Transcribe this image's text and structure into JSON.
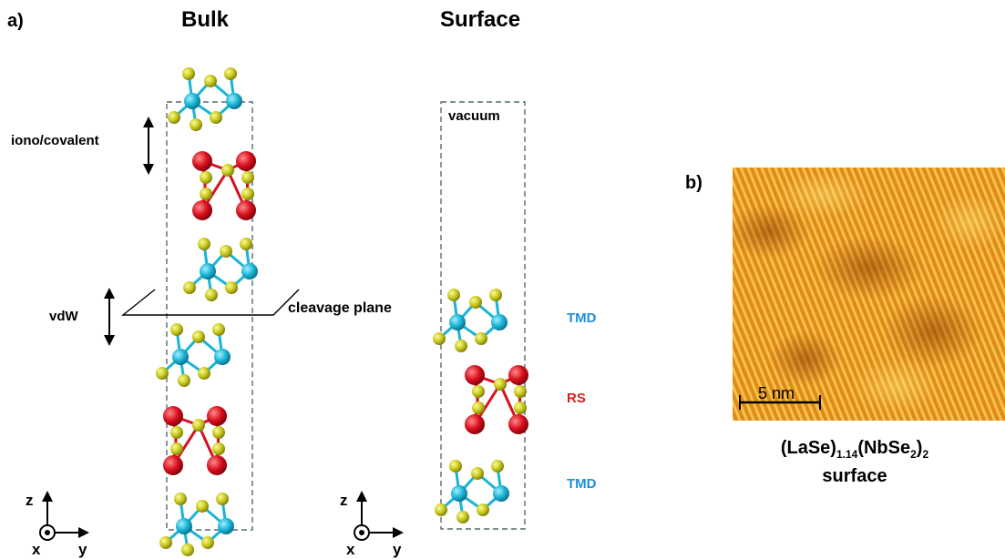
{
  "panel_a_label": "a)",
  "panel_b_label": "b)",
  "bulk_title": "Bulk",
  "surface_title": "Surface",
  "iono_label": "iono/covalent",
  "vdw_label": "vdW",
  "cleavage_label": "cleavage plane",
  "vacuum_label": "vacuum",
  "tmd_label_1": "TMD",
  "rs_label": "RS",
  "tmd_label_2": "TMD",
  "scalebar_label": "5 nm",
  "caption": {
    "part1": "(LaSe)",
    "sub1": "1.14",
    "part2": "(NbSe",
    "sub2": "2",
    "part3": ")",
    "sub3": "2",
    "line2": "surface"
  },
  "axes_bulk": {
    "z": "z",
    "x": "x",
    "y": "y"
  },
  "axes_surface": {
    "z": "z",
    "x": "x",
    "y": "y"
  },
  "colors": {
    "nb": "#1ab4d6",
    "se": "#c8c81e",
    "la": "#d8101e",
    "tmd_text": "#1e90e0",
    "rs_text": "#d42020"
  }
}
